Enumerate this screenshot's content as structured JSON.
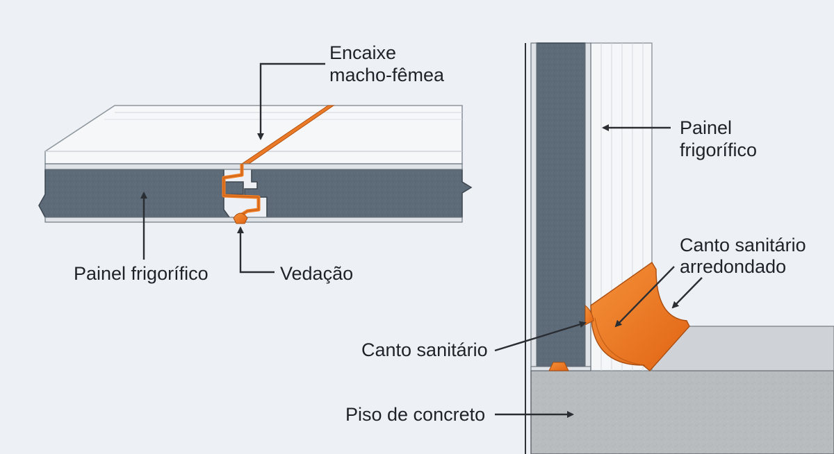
{
  "labels": {
    "encaixe_line1": "Encaixe",
    "encaixe_line2": "macho-fêmea",
    "painel_left": "Painel frigorífico",
    "vedacao": "Vedação",
    "painel_right_line1": "Painel",
    "painel_right_line2": "frigorífico",
    "canto_arred_line1": "Canto sanitário",
    "canto_arred_line2": "arredondado",
    "canto_sanitario": "Canto sanitário",
    "piso": "Piso de concreto"
  },
  "colors": {
    "background": "#edf1f5",
    "panel_core": "#5d6a78",
    "panel_skin": "#f4f6f8",
    "accent_orange": "#ee7a22",
    "concrete": "#b9bcbf",
    "text": "#1f2329"
  }
}
